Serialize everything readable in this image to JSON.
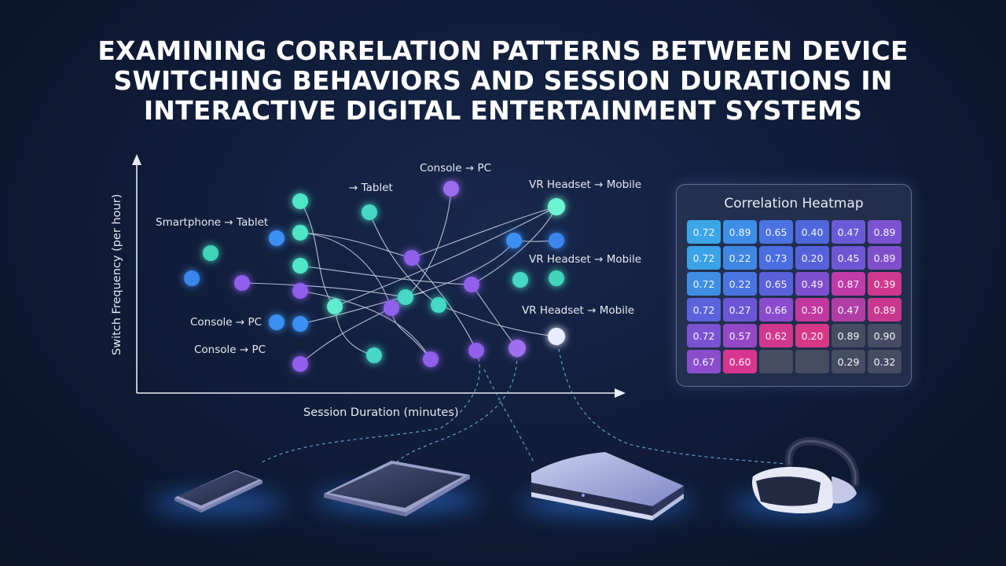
{
  "title": {
    "line1": "EXAMINING CORRELATION PATTERNS BETWEEN DEVICE",
    "line2": "SWITCHING BEHAVIORS AND SESSION DURATIONS IN",
    "line3": "INTERACTIVE DIGITAL ENTERTAINMENT SYSTEMS"
  },
  "axes": {
    "x_label": "Session Duration (minutes)",
    "y_label": "Switch Frequency (per hour)"
  },
  "annotations": [
    "→ Tablet",
    "Console → PC",
    "VR Headset → Mobile",
    "Smartphone → Tablet",
    "VR Headset → Mobile",
    "VR Headset → Mobile",
    "Console → PC",
    "Console → PC"
  ],
  "heatmap": {
    "title": "Correlation Heatmap",
    "rows": [
      [
        "0.72",
        "0.89",
        "0.65",
        "0.40",
        "0.47",
        "0.89"
      ],
      [
        "0.72",
        "0.22",
        "0.73",
        "0.20",
        "0.45",
        "0.89"
      ],
      [
        "0.72",
        "0.22",
        "0.65",
        "0.49",
        "0.87",
        "0.39"
      ],
      [
        "0.72",
        "0.27",
        "0.66",
        "0.30",
        "0.47",
        "0.89"
      ],
      [
        "0.72",
        "0.57",
        "0.62",
        "0.20",
        "0.89",
        "0.90"
      ],
      [
        "0.67",
        "0.60",
        "",
        "",
        "0.29",
        "0.32"
      ]
    ],
    "colors": [
      [
        "#3aa6e8",
        "#3d8ee6",
        "#4a72e2",
        "#4f66dc",
        "#6a5ad8",
        "#7a52d2"
      ],
      [
        "#3aa2e6",
        "#3f86e3",
        "#4a6ee0",
        "#5662da",
        "#6e56d4",
        "#8050cc"
      ],
      [
        "#3f8ee4",
        "#4a74e0",
        "#5a60da",
        "#7e4ed0",
        "#c03aa8",
        "#d0388e"
      ],
      [
        "#5a62dc",
        "#6c56d6",
        "#8a4ccc",
        "#c2389e",
        "#b03ea6",
        "#c8388e"
      ],
      [
        "#7a52d2",
        "#9448c6",
        "#d0388e",
        "#d63888",
        "#464d62",
        "#464d62"
      ],
      [
        "#8a4ecc",
        "#d6368e",
        "#464d62",
        "#464d62",
        "#464d62",
        "#464d62"
      ]
    ]
  },
  "colors": {
    "accent_cyan": "#5ef0c8",
    "accent_blue": "#3b8ff0",
    "accent_purple": "#9060ec",
    "axis": "#e8ecf4"
  },
  "devices": {
    "icons": [
      "smartphone-icon",
      "tablet-icon",
      "console-icon",
      "vr-headset-icon"
    ]
  }
}
